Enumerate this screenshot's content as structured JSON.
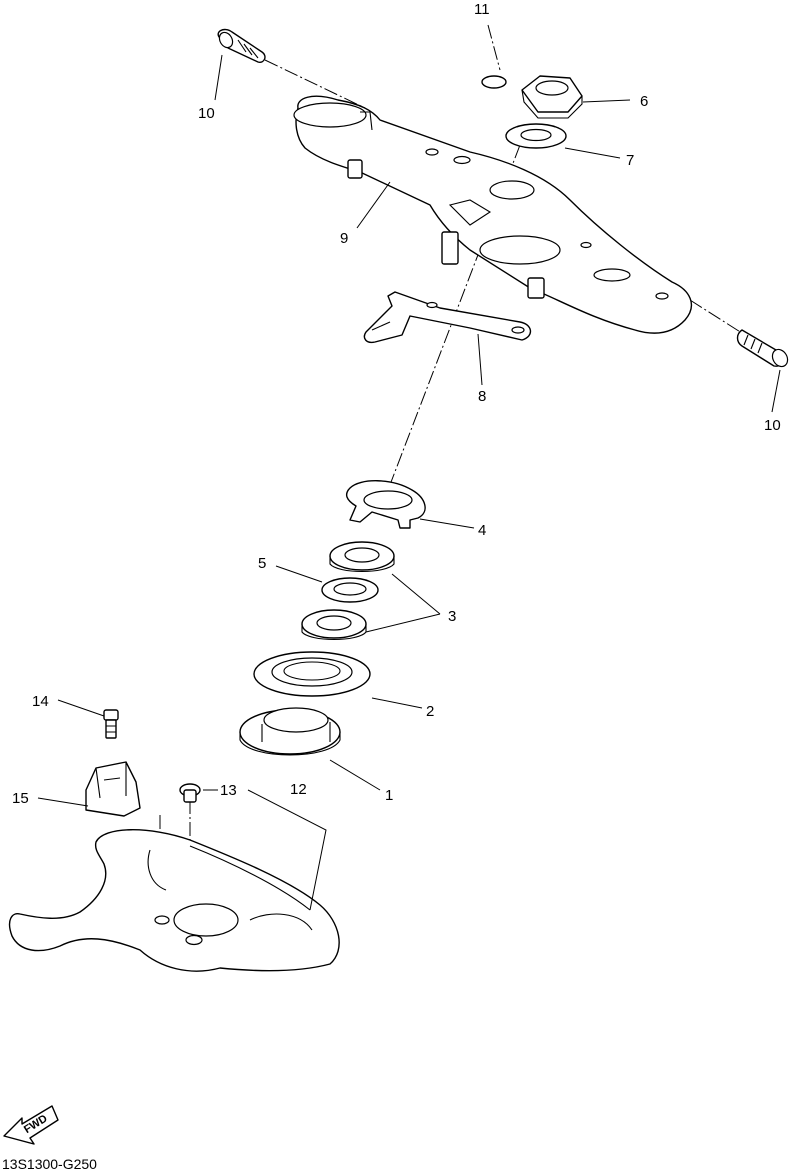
{
  "diagram": {
    "drawing_code": "13S1300-G250",
    "fwd_label": "FWD",
    "callouts": [
      {
        "id": "c1",
        "label": "1"
      },
      {
        "id": "c2",
        "label": "2"
      },
      {
        "id": "c3",
        "label": "3"
      },
      {
        "id": "c4",
        "label": "4"
      },
      {
        "id": "c5",
        "label": "5"
      },
      {
        "id": "c6",
        "label": "6"
      },
      {
        "id": "c7",
        "label": "7"
      },
      {
        "id": "c8",
        "label": "8"
      },
      {
        "id": "c9",
        "label": "9"
      },
      {
        "id": "c10a",
        "label": "10"
      },
      {
        "id": "c10b",
        "label": "10"
      },
      {
        "id": "c11",
        "label": "11"
      },
      {
        "id": "c12",
        "label": "12"
      },
      {
        "id": "c13",
        "label": "13"
      },
      {
        "id": "c14",
        "label": "14"
      },
      {
        "id": "c15",
        "label": "15"
      }
    ]
  }
}
